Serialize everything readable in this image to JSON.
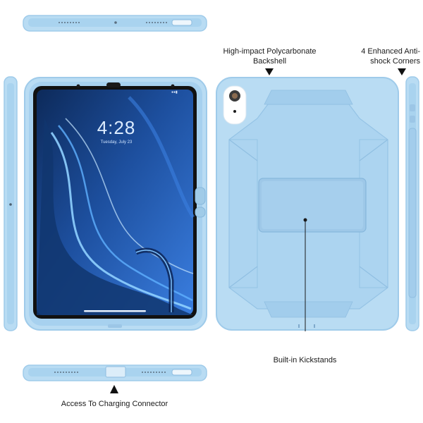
{
  "colors": {
    "case_light": "#b9dcf3",
    "case_mid": "#9fcbea",
    "case_dark": "#7fb2d8",
    "screen_dark": "#0d2a5a",
    "screen_blue": "#2b6fd0",
    "bezel": "#111111"
  },
  "lockscreen": {
    "time": "4:28",
    "date": "Tuesday, July 23"
  },
  "callouts": {
    "backshell": "High-impact Polycarbonate Backshell",
    "corners": "4 Enhanced Anti-shock Corners",
    "kickstand": "Built-in Kickstands",
    "charging": "Access To Charging Connector"
  },
  "icons": [
    "arrow-down-icon",
    "arrow-up-icon",
    "camera-icon",
    "status-bar-icons"
  ]
}
